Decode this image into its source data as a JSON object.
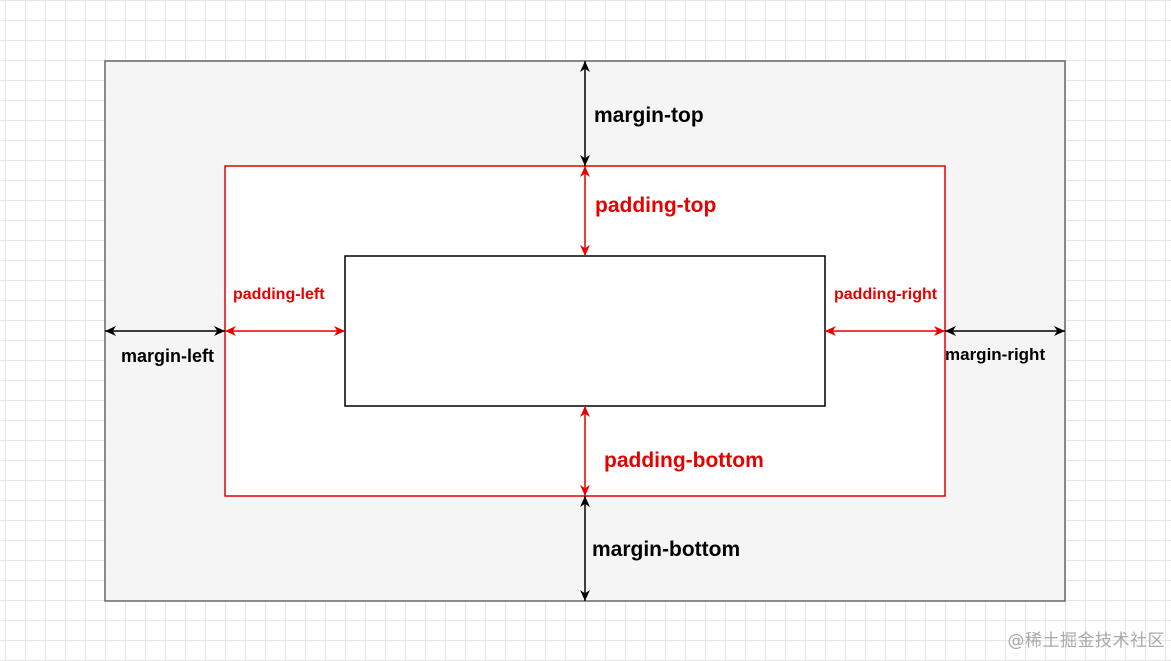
{
  "diagram": {
    "labels": {
      "margin_top": "margin-top",
      "margin_bottom": "margin-bottom",
      "margin_left": "margin-left",
      "margin_right": "margin-right",
      "padding_top": "padding-top",
      "padding_bottom": "padding-bottom",
      "padding_left": "padding-left",
      "padding_right": "padding-right"
    },
    "colors": {
      "margin": "#000000",
      "padding": "#e60000",
      "margin_box_fill": "#f5f5f5",
      "margin_box_stroke": "#666666",
      "content_box_stroke": "#000000"
    }
  },
  "watermark": "@稀土掘金技术社区"
}
